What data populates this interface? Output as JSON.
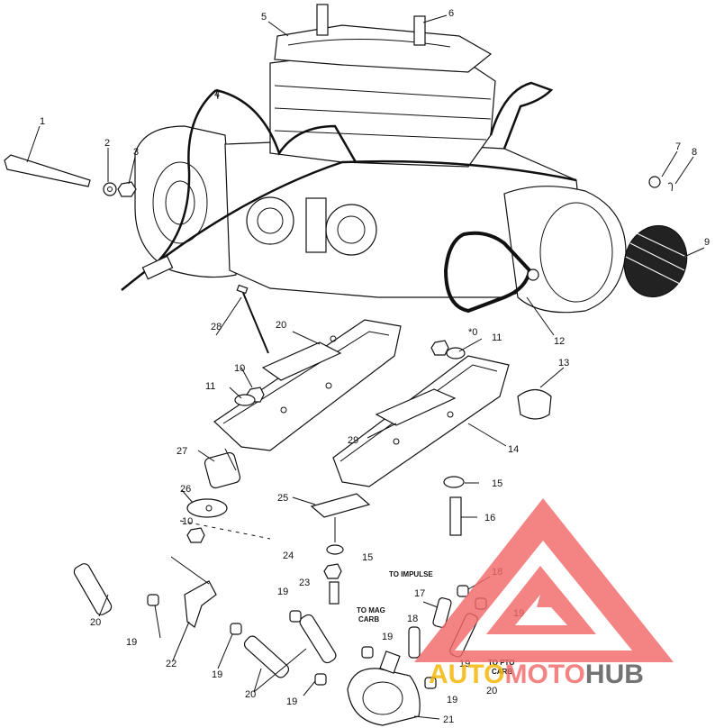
{
  "diagram": {
    "callouts": [
      {
        "id": "c1",
        "text": "1"
      },
      {
        "id": "c2",
        "text": "2"
      },
      {
        "id": "c3",
        "text": "3"
      },
      {
        "id": "c4",
        "text": "4"
      },
      {
        "id": "c5",
        "text": "5"
      },
      {
        "id": "c6",
        "text": "6"
      },
      {
        "id": "c7",
        "text": "7"
      },
      {
        "id": "c8",
        "text": "8"
      },
      {
        "id": "c9",
        "text": "9"
      },
      {
        "id": "c10a",
        "text": "10"
      },
      {
        "id": "c10b",
        "text": "*0"
      },
      {
        "id": "c10c",
        "text": "10"
      },
      {
        "id": "c11a",
        "text": "11"
      },
      {
        "id": "c11b",
        "text": "11"
      },
      {
        "id": "c12",
        "text": "12"
      },
      {
        "id": "c13",
        "text": "13"
      },
      {
        "id": "c14",
        "text": "14"
      },
      {
        "id": "c15a",
        "text": "15"
      },
      {
        "id": "c15b",
        "text": "15"
      },
      {
        "id": "c16",
        "text": "16"
      },
      {
        "id": "c17",
        "text": "17"
      },
      {
        "id": "c18a",
        "text": "18"
      },
      {
        "id": "c18b",
        "text": "18"
      },
      {
        "id": "c19a",
        "text": "19"
      },
      {
        "id": "c19b",
        "text": "19"
      },
      {
        "id": "c19c",
        "text": "19"
      },
      {
        "id": "c19d",
        "text": "19"
      },
      {
        "id": "c19e",
        "text": "19"
      },
      {
        "id": "c19f",
        "text": "19"
      },
      {
        "id": "c19g",
        "text": "19"
      },
      {
        "id": "c19h",
        "text": "19"
      },
      {
        "id": "c20a",
        "text": "20"
      },
      {
        "id": "c20b",
        "text": "20"
      },
      {
        "id": "c20c",
        "text": "20"
      },
      {
        "id": "c20d",
        "text": "20"
      },
      {
        "id": "c21",
        "text": "21"
      },
      {
        "id": "c22",
        "text": "22"
      },
      {
        "id": "c23",
        "text": "23"
      },
      {
        "id": "c24",
        "text": "24"
      },
      {
        "id": "c25",
        "text": "25"
      },
      {
        "id": "c26",
        "text": "26"
      },
      {
        "id": "c27",
        "text": "27"
      },
      {
        "id": "c28",
        "text": "28"
      },
      {
        "id": "c29",
        "text": "29"
      }
    ],
    "notes": {
      "to_impulse": "TO IMPULSE",
      "to_mag_line1": "TO MAG",
      "to_mag_line2": "CARB",
      "to_pto_line1": "TO PTO",
      "to_pto_line2": "CARB"
    }
  },
  "watermark": {
    "brand_a": "AUTO",
    "brand_b": "MOTO",
    "brand_c": "HUB",
    "colors": {
      "primary": "#f26a6a",
      "accent": "#f5b400",
      "dark": "#555555"
    }
  }
}
